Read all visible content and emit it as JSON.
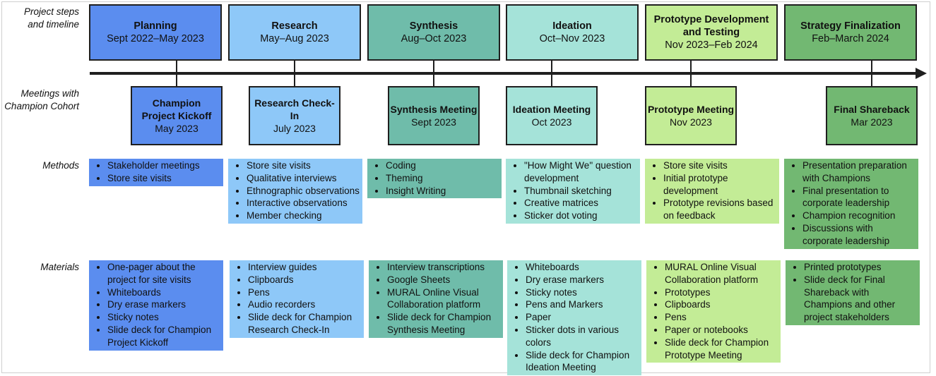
{
  "row_labels": {
    "timeline": [
      "Project steps",
      "and timeline"
    ],
    "meetings": [
      "Meetings with",
      "Champion Cohort"
    ],
    "methods": "Methods",
    "materials": "Materials"
  },
  "colors": {
    "planning": "#5b8def",
    "research": "#8ec8f8",
    "synthesis": "#6fbcaa",
    "ideation": "#a5e3d9",
    "prototype": "#c3ec96",
    "strategy": "#72b872"
  },
  "phases": [
    {
      "title": "Planning",
      "date": "Sept 2022–May 2023"
    },
    {
      "title": "Research",
      "date": "May–Aug 2023"
    },
    {
      "title": "Synthesis",
      "date": "Aug–Oct 2023"
    },
    {
      "title": "Ideation",
      "date": "Oct–Nov 2023"
    },
    {
      "title": "Prototype Development and Testing",
      "date": "Nov 2023–Feb 2024"
    },
    {
      "title": "Strategy Finalization",
      "date": "Feb–March 2024"
    }
  ],
  "meetings": [
    {
      "title": "Champion Project Kickoff",
      "date": "May 2023"
    },
    {
      "title": "Research Check-In",
      "date": "July 2023"
    },
    {
      "title": "Synthesis Meeting",
      "date": "Sept 2023"
    },
    {
      "title": "Ideation Meeting",
      "date": "Oct 2023"
    },
    {
      "title": "Prototype Meeting",
      "date": "Nov 2023"
    },
    {
      "title": "Final Shareback",
      "date": "Mar 2023"
    }
  ],
  "methods": [
    [
      "Stakeholder meetings",
      "Store site visits"
    ],
    [
      "Store site visits",
      "Qualitative interviews",
      "Ethnographic observations",
      "Interactive observations",
      "Member checking"
    ],
    [
      "Coding",
      "Theming",
      "Insight Writing"
    ],
    [
      "\"How Might We\" question development",
      "Thumbnail sketching",
      "Creative matrices",
      "Sticker dot voting"
    ],
    [
      "Store site visits",
      "Initial prototype development",
      "Prototype revisions based on feedback"
    ],
    [
      "Presentation preparation with Champions",
      "Final presentation to corporate leadership",
      "Champion recognition",
      "Discussions with corporate leadership"
    ]
  ],
  "materials": [
    [
      "One-pager about the project for site visits",
      "Whiteboards",
      "Dry erase markers",
      "Sticky notes",
      "Slide deck for Champion Project Kickoff"
    ],
    [
      "Interview guides",
      "Clipboards",
      "Pens",
      "Audio recorders",
      "Slide deck for Champion Research Check-In"
    ],
    [
      "Interview transcriptions",
      "Google Sheets",
      "MURAL Online Visual Collaboration platform",
      "Slide deck for Champion Synthesis Meeting"
    ],
    [
      "Whiteboards",
      "Dry erase markers",
      "Sticky notes",
      "Pens and Markers",
      "Paper",
      "Sticker dots in various colors",
      "Slide deck for Champion Ideation Meeting"
    ],
    [
      "MURAL Online Visual Collaboration platform",
      "Prototypes",
      "Clipboards",
      "Pens",
      "Paper or notebooks",
      "Slide deck for Champion Prototype Meeting"
    ],
    [
      "Printed prototypes",
      "Slide deck for Final Shareback with Champions and other project stakeholders"
    ]
  ]
}
